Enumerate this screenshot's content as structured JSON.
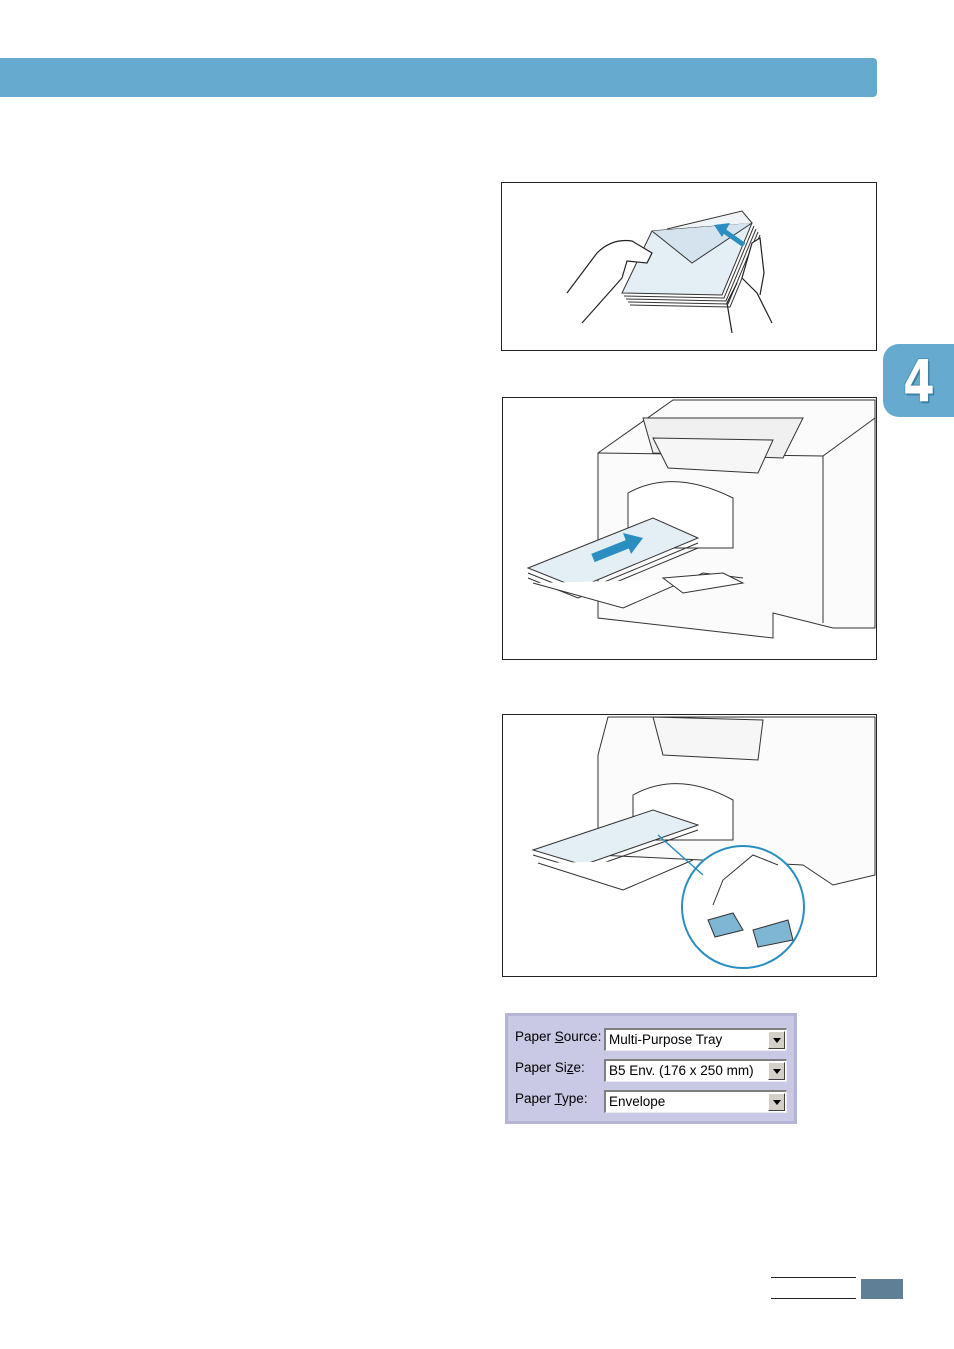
{
  "chapter": {
    "number": "4",
    "tab_color": "#66abcf"
  },
  "header": {
    "bar_color": "#66abcf"
  },
  "figures": [
    {
      "name": "fan-envelopes"
    },
    {
      "name": "insert-envelopes-into-tray"
    },
    {
      "name": "adjust-paper-guide"
    }
  ],
  "dialog": {
    "rows": [
      {
        "label_pre": "Paper ",
        "label_key": "S",
        "label_post": "ource:",
        "value": "Multi-Purpose Tray"
      },
      {
        "label_pre": "Paper Si",
        "label_key": "z",
        "label_post": "e:",
        "value": "B5 Env. (176 x 250 mm)"
      },
      {
        "label_pre": "Paper ",
        "label_key": "T",
        "label_post": "ype:",
        "value": "Envelope"
      }
    ],
    "background": "#c9c9e6"
  },
  "footer": {
    "page_box_color": "#5e7f96"
  }
}
